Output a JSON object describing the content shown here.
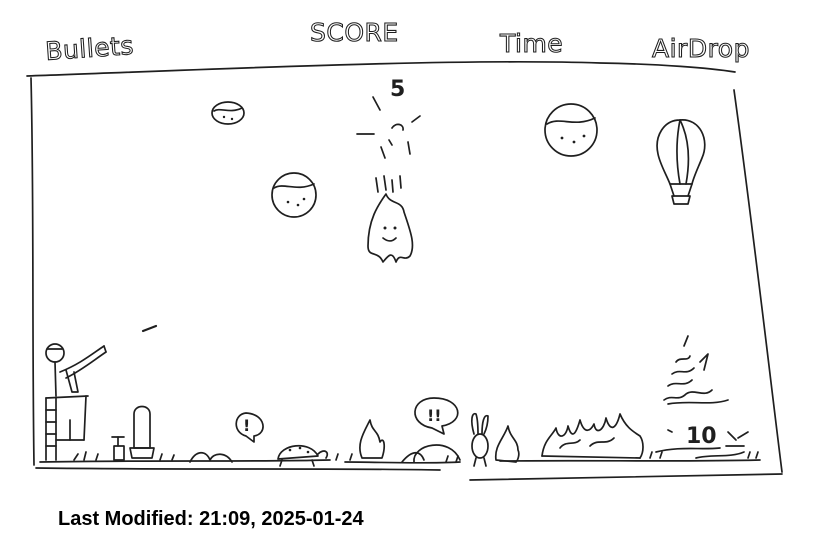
{
  "hud": {
    "bullets_label": "Bullets",
    "score_label": "SCORE",
    "time_label": "Time",
    "airdrop_label": "AirDrop"
  },
  "popups": {
    "score_popup": "5",
    "ground_popup": "10"
  },
  "speech": {
    "turtle_exclaim": "!",
    "blob_exclaim": "!!"
  },
  "footer": {
    "last_modified": "Last Modified: 21:09, 2025-01-24"
  },
  "style": {
    "ink_color": "#1f1f1f",
    "background": "#ffffff"
  },
  "icons": [
    "player-icon",
    "watchtower-icon",
    "bullet-icon",
    "asteroid-icon",
    "ghost-icon",
    "explosion-icon",
    "hot-air-balloon-icon",
    "turtle-icon",
    "rabbit-icon",
    "fire-icon",
    "smoke-icon",
    "bush-icon",
    "capsule-icon",
    "plunger-icon"
  ]
}
